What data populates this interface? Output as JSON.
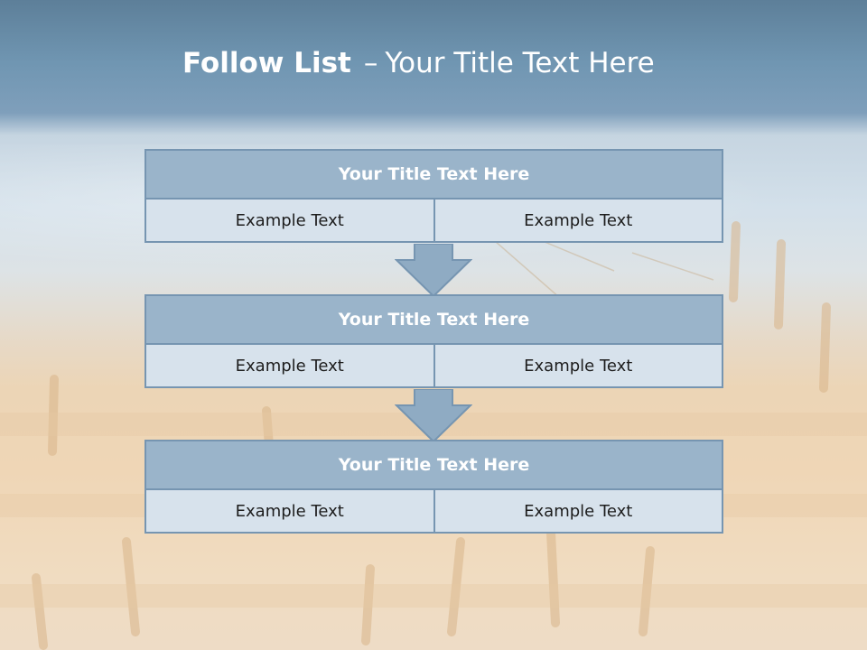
{
  "slide": {
    "title_bold": "Follow List",
    "title_sep": "–",
    "title_rest": "Your Title Text Here"
  },
  "steps": [
    {
      "title": "Your Title Text Here",
      "left": "Example Text",
      "right": "Example Text"
    },
    {
      "title": "Your Title Text Here",
      "left": "Example Text",
      "right": "Example Text"
    },
    {
      "title": "Your Title Text Here",
      "left": "Example Text",
      "right": "Example Text"
    }
  ],
  "colors": {
    "header_fill": "#9ab4ca",
    "cell_fill": "#d7e2ec",
    "border": "#7695b1",
    "arrow_fill": "#8fabc3"
  }
}
